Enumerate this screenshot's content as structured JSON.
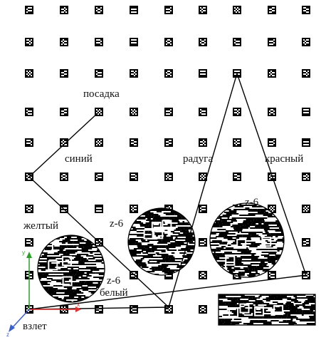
{
  "labels": {
    "posadka": "посадка",
    "siniy": "синий",
    "raduga": "радуга",
    "krasny": "красный",
    "zheltiy": "желтый",
    "beliy": "белый",
    "vzlet": "взлет",
    "z6a": "z-6",
    "z6b": "z-6",
    "z6c": "z-6"
  },
  "axes": {
    "y": "y",
    "x": "x",
    "z": "z"
  },
  "colors": {
    "y_axis": "#2aa02a",
    "x_axis": "#e03030",
    "z_axis": "#3a5fd0"
  }
}
